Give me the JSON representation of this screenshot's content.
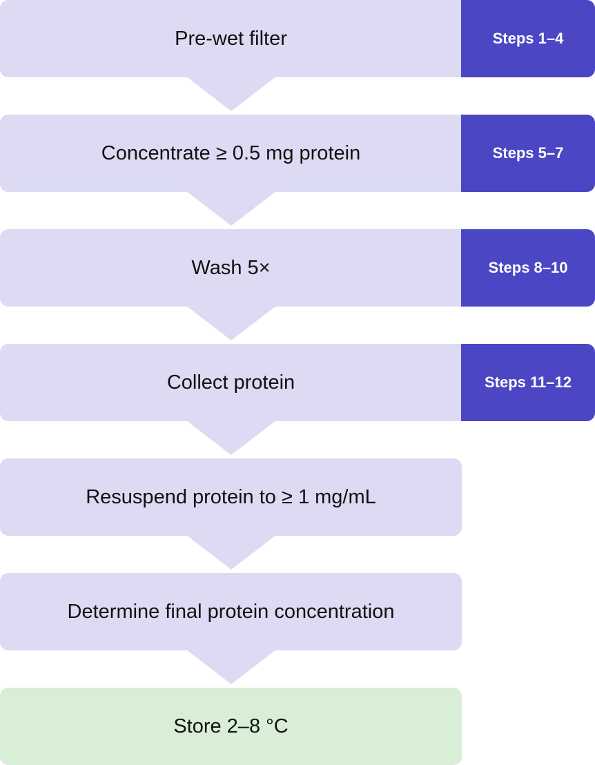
{
  "flow": {
    "steps": [
      {
        "label": "Pre-wet filter",
        "tag": "Steps 1–4"
      },
      {
        "label": "Concentrate ≥ 0.5 mg protein",
        "tag": "Steps 5–7"
      },
      {
        "label": "Wash 5×",
        "tag": "Steps 8–10"
      },
      {
        "label": "Collect protein",
        "tag": "Steps 11–12"
      },
      {
        "label": "Resuspend protein to ≥ 1 mg/mL"
      },
      {
        "label": "Determine final protein concentration"
      },
      {
        "label": "Store 2–8 °C"
      }
    ]
  },
  "colors": {
    "step_fill": "#dcdbf3",
    "tag_fill": "#4b46c4",
    "final_fill": "#d9eed7"
  }
}
